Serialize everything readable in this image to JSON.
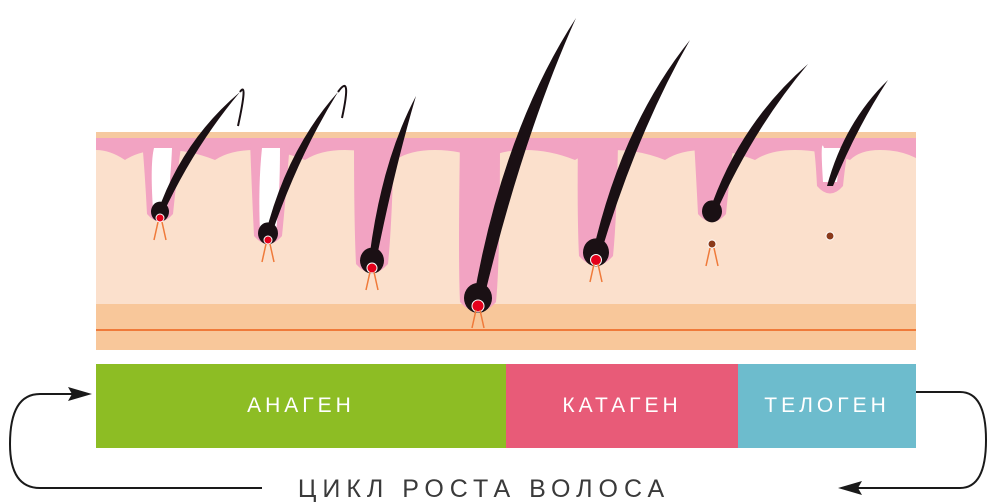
{
  "phases": [
    {
      "id": "anagen",
      "label": "АНАГЕН",
      "color": "#8dbd24"
    },
    {
      "id": "catagen",
      "label": "КАТАГЕН",
      "color": "#e85b78"
    },
    {
      "id": "telogen",
      "label": "ТЕЛОГЕН",
      "color": "#6dbccd"
    }
  ],
  "cycle_label": "ЦИКЛ РОСТА ВОЛОСА",
  "colors": {
    "skin": "#fbe0cc",
    "epidermis": "#f2a3c2",
    "epidermis_top": "#f6c9a0",
    "fat_layer": "#f8c79a",
    "fat_line": "#ef7a3a",
    "hair": "#1a1014",
    "papilla": "#e3001b",
    "follicle_sheath": "#f2a3c2",
    "arrow": "#1a1a1a"
  }
}
